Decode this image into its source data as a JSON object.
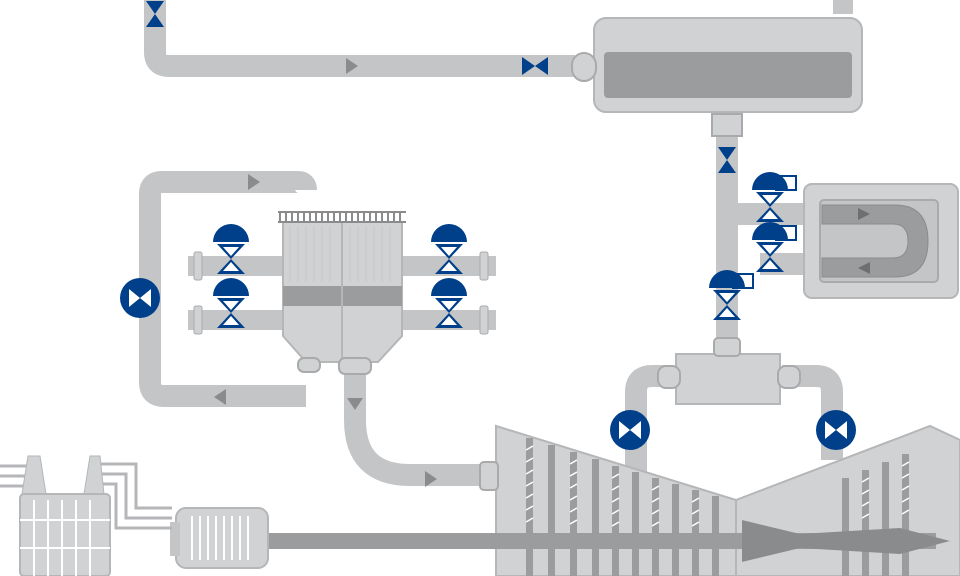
{
  "diagram": {
    "kind": "industrial process flow schematic",
    "text_labels": [],
    "colors": {
      "background": "#ffffff",
      "pipe": "#c4c5c7",
      "pipe_edge": "#b5b6b8",
      "equipment": "#d1d2d4",
      "equipment_dark": "#9b9c9e",
      "equipment_edge": "#a9aaac",
      "arrow": "#8a8b8d",
      "valve": "#003f8a",
      "valve_light": "#ffffff"
    },
    "components": [
      "steam-drum",
      "heat-exchanger",
      "separator-vessel",
      "control-valves",
      "gate-valves",
      "turbine",
      "generator",
      "transformer",
      "recirculation-loop"
    ]
  }
}
